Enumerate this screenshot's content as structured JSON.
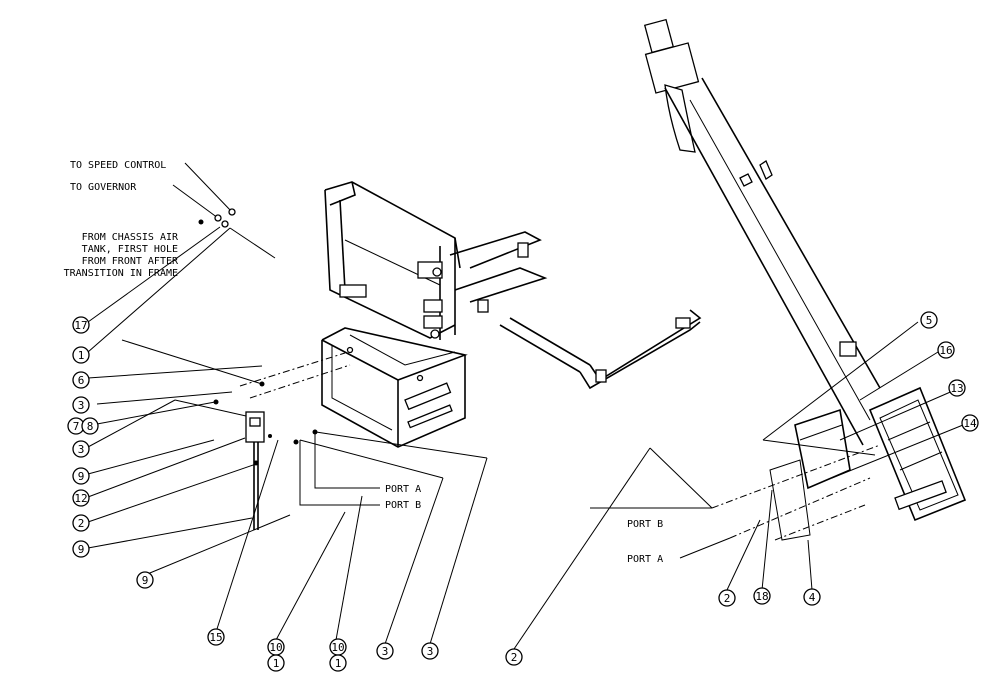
{
  "labels": {
    "to_speed_control": "TO SPEED CONTROL",
    "to_governor": "TO GOVERNOR",
    "chassis_1": "FROM CHASSIS AIR",
    "chassis_2": "TANK, FIRST HOLE",
    "chassis_3": "FROM FRONT AFTER",
    "chassis_4": "TRANSITION IN FRAME",
    "port_a_center": "PORT A",
    "port_b_center": "PORT B",
    "port_b_right": "PORT B",
    "port_a_right": "PORT A"
  },
  "balloons": [
    {
      "id": "b17",
      "num": "17"
    },
    {
      "id": "b1",
      "num": "1"
    },
    {
      "id": "b6",
      "num": "6"
    },
    {
      "id": "b3a",
      "num": "3"
    },
    {
      "id": "b7",
      "num": "7"
    },
    {
      "id": "b8",
      "num": "8"
    },
    {
      "id": "b3b",
      "num": "3"
    },
    {
      "id": "b9a",
      "num": "9"
    },
    {
      "id": "b12",
      "num": "12"
    },
    {
      "id": "b2a",
      "num": "2"
    },
    {
      "id": "b9b",
      "num": "9"
    },
    {
      "id": "b9c",
      "num": "9"
    },
    {
      "id": "b15",
      "num": "15"
    },
    {
      "id": "b10a",
      "num": "10"
    },
    {
      "id": "b1a",
      "num": "1"
    },
    {
      "id": "b10b",
      "num": "10"
    },
    {
      "id": "b1b",
      "num": "1"
    },
    {
      "id": "b3c",
      "num": "3"
    },
    {
      "id": "b3d",
      "num": "3"
    },
    {
      "id": "b2b",
      "num": "2"
    },
    {
      "id": "b5",
      "num": "5"
    },
    {
      "id": "b16",
      "num": "16"
    },
    {
      "id": "b13",
      "num": "13"
    },
    {
      "id": "b14",
      "num": "14"
    },
    {
      "id": "b2c",
      "num": "2"
    },
    {
      "id": "b18",
      "num": "18"
    },
    {
      "id": "b4",
      "num": "4"
    }
  ]
}
